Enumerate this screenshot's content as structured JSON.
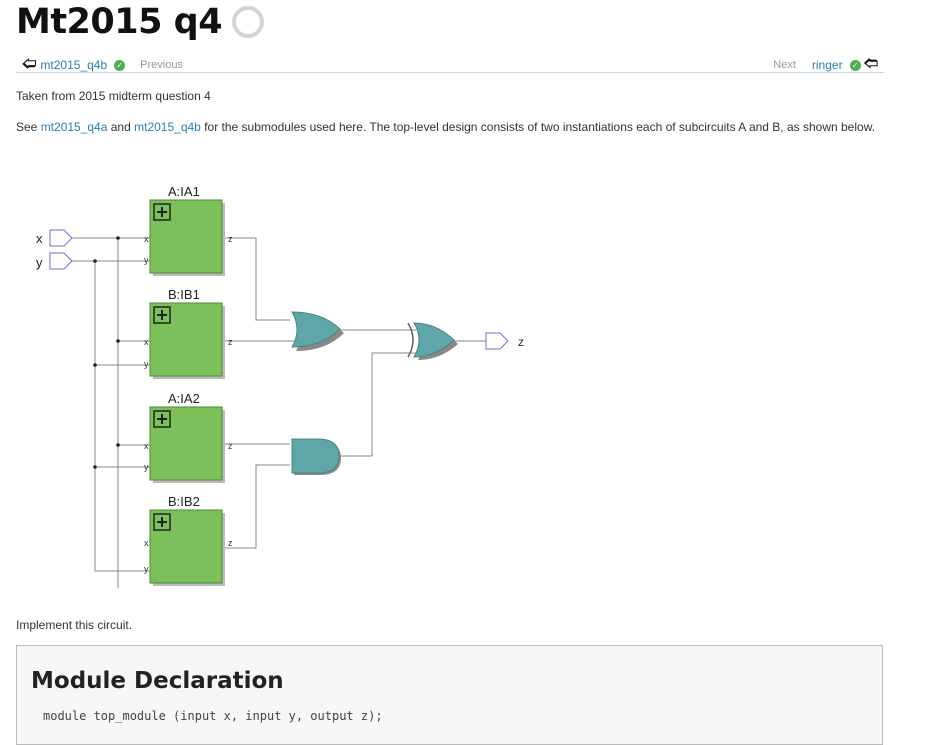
{
  "page": {
    "title": "Mt2015 q4"
  },
  "nav": {
    "prev_link": "mt2015_q4b",
    "prev_label": "Previous",
    "next_label": "Next",
    "next_link": "ringer"
  },
  "content": {
    "intro": "Taken from 2015 midterm question 4",
    "see_prefix": "See ",
    "link_a": "mt2015_q4a",
    "and": " and ",
    "link_b": "mt2015_q4b",
    "see_suffix": " for the submodules used here. The top-level design consists of two instantiations each of subcircuits A and B, as shown below.",
    "implement": "Implement this circuit."
  },
  "diagram": {
    "inputs": [
      "x",
      "y"
    ],
    "output": "z",
    "blocks": [
      {
        "title": "A:IA1",
        "port_x": "x",
        "port_y": "y",
        "port_z": "z"
      },
      {
        "title": "B:IB1",
        "port_x": "x",
        "port_y": "y",
        "port_z": "z"
      },
      {
        "title": "A:IA2",
        "port_x": "x",
        "port_y": "y",
        "port_z": "z"
      },
      {
        "title": "B:IB2",
        "port_x": "x",
        "port_y": "y",
        "port_z": "z"
      }
    ],
    "colors": {
      "block_fill": "#7cc05c",
      "gate_fill": "#5fa6a8",
      "wire": "#8a8a8a",
      "pin": "#6f6fe0"
    }
  },
  "module": {
    "heading": "Module Declaration",
    "code": "module top_module (input x, input y, output z);"
  }
}
